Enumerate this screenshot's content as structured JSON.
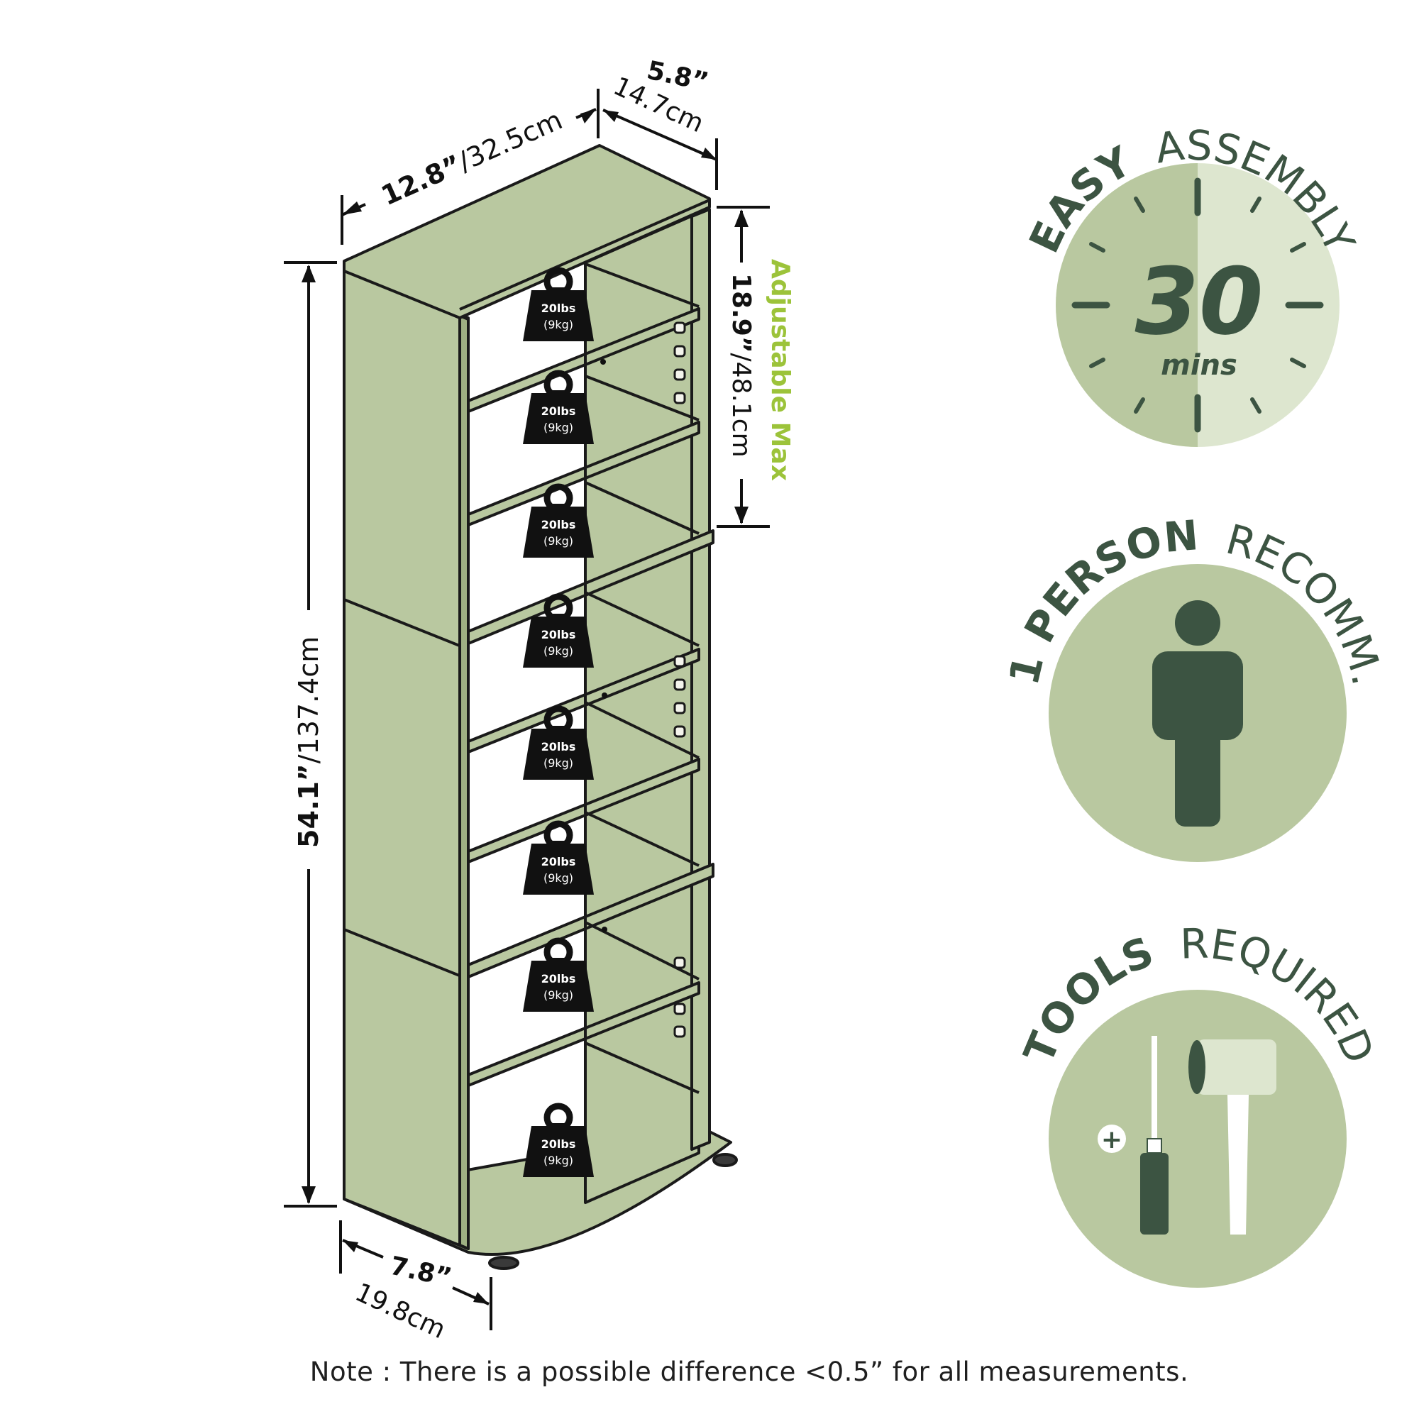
{
  "dimensions": {
    "width_in": "12.8”",
    "width_cm": "/32.5cm",
    "depth_top_in": "5.8”",
    "depth_top_cm": "14.7cm",
    "height_in": "54.1”",
    "height_cm": "/137.4cm",
    "shelf_gap_in": "18.9”",
    "shelf_gap_cm": "/48.1cm",
    "shelf_gap_label": "Adjustable Max",
    "base_depth_in": "7.8”",
    "base_depth_cm": "19.8cm"
  },
  "shelf_load": {
    "weight_lbs": "20lbs",
    "weight_kg": "(9kg)"
  },
  "badges": {
    "assembly": {
      "bold": "EASY",
      "light": "ASSEMBLY",
      "number": "30",
      "unit": "mins"
    },
    "person": {
      "bold": "1 PERSON",
      "light": "RECOMM."
    },
    "tools": {
      "bold": "TOOLS",
      "light": "REQUIRED"
    }
  },
  "note": "Note : There is a possible difference <0.5” for all measurements.",
  "colors": {
    "panel": "#b9c8a0",
    "badge_light": "#dde6cf",
    "badge_mid": "#b9c8a0",
    "dark_green": "#3c5442",
    "accent_green": "#9cc33a",
    "outline": "#1a1a1a"
  }
}
